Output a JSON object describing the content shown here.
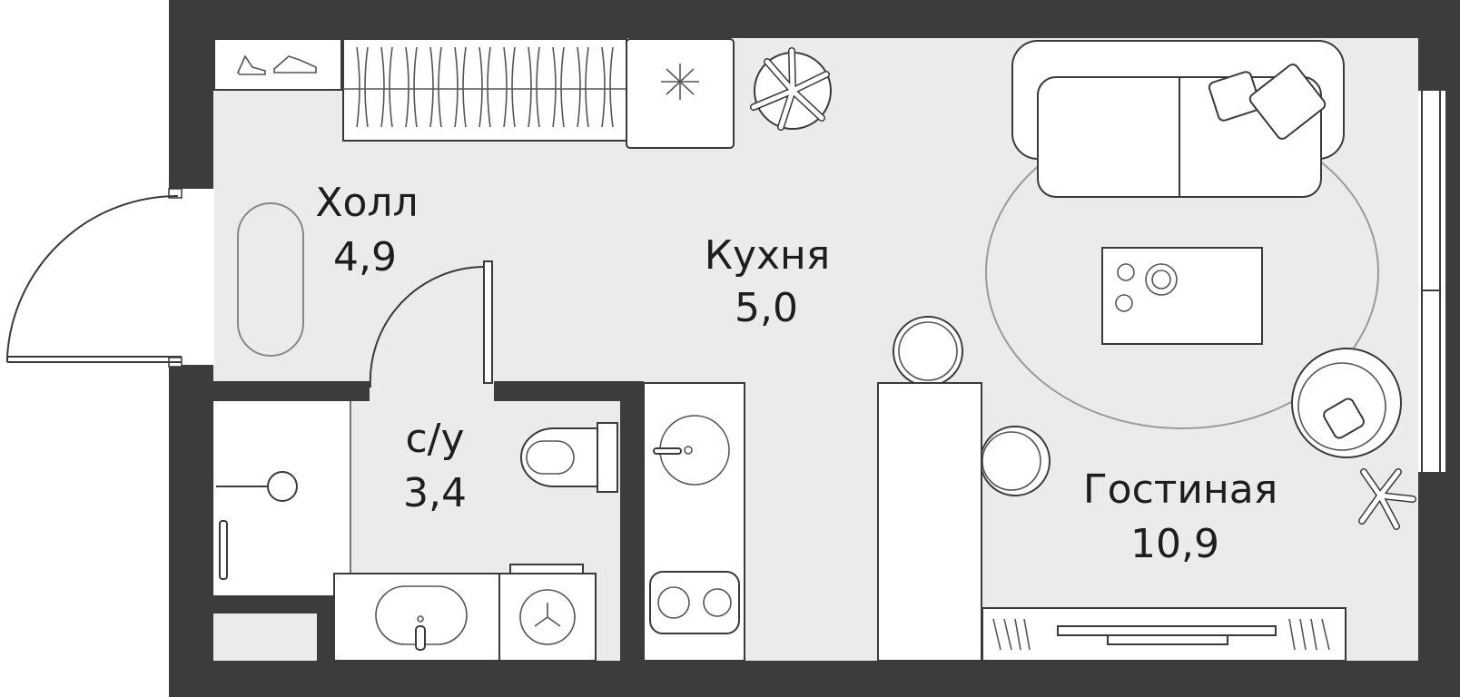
{
  "rooms": {
    "hall": {
      "name": "Холл",
      "area": "4,9"
    },
    "kitchen": {
      "name": "Кухня",
      "area": "5,0"
    },
    "bathroom": {
      "name": "с/у",
      "area": "3,4"
    },
    "living": {
      "name": "Гостиная",
      "area": "10,9"
    }
  },
  "colors": {
    "wall": "#3c3c3c",
    "floor": "#ebebeb",
    "furniture_stroke": "#3a3a3a",
    "text": "#1e1e1e"
  }
}
